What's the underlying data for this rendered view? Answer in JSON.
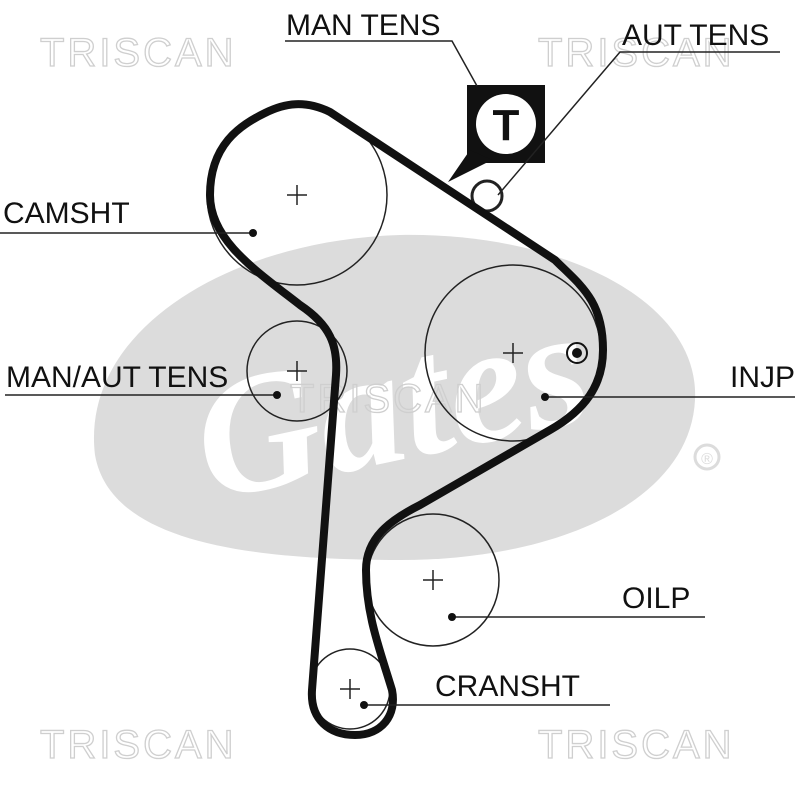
{
  "watermarks": {
    "top_left": "TRISCAN",
    "top_right": "TRISCAN",
    "center": "TRISCAN",
    "bottom_left": "TRISCAN",
    "bottom_right": "TRISCAN"
  },
  "logo": {
    "text": "Gates",
    "registered_mark": "®"
  },
  "labels": {
    "man_tens": "MAN TENS",
    "aut_tens": "AUT TENS",
    "camsht": "CAMSHT",
    "man_aut_tens": "MAN/AUT TENS",
    "injp": "INJP",
    "oilp": "OILP",
    "cransht": "CRANSHT"
  },
  "tensioner_symbol": "T",
  "colors": {
    "belt": "#111111",
    "outline": "#222222",
    "watermark": "#cfcfcf",
    "logo": "#dcdcdc"
  }
}
